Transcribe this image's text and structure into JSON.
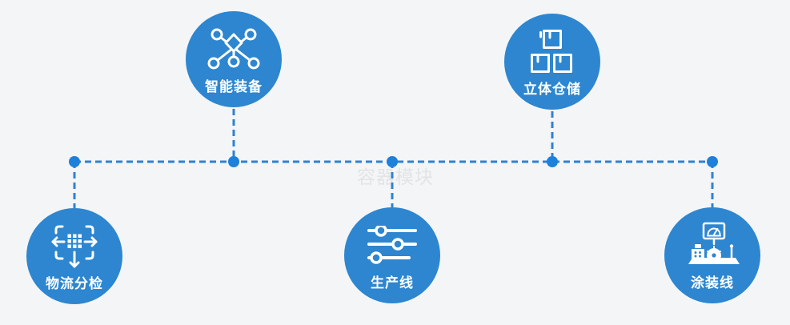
{
  "watermark": "容器模块",
  "colors": {
    "bg": "#f4f5f6",
    "node": "#2d86cf",
    "line": "#2d82d4",
    "dot": "#1d80da",
    "label": "#ffffff",
    "watermark": "#e3e4e6"
  },
  "nodes": [
    {
      "id": "smart-equipment",
      "label": "智能装备",
      "icon": "network-nodes-icon",
      "position": "top-left"
    },
    {
      "id": "stereo-warehouse",
      "label": "立体仓储",
      "icon": "stacked-boxes-icon",
      "position": "top-right"
    },
    {
      "id": "logistics-sorting",
      "label": "物流分检",
      "icon": "move-sort-icon",
      "position": "bottom-left"
    },
    {
      "id": "production-line",
      "label": "生产线",
      "icon": "sliders-icon",
      "position": "bottom-center"
    },
    {
      "id": "coating-line",
      "label": "涂装线",
      "icon": "machine-monitor-icon",
      "position": "bottom-right"
    }
  ]
}
